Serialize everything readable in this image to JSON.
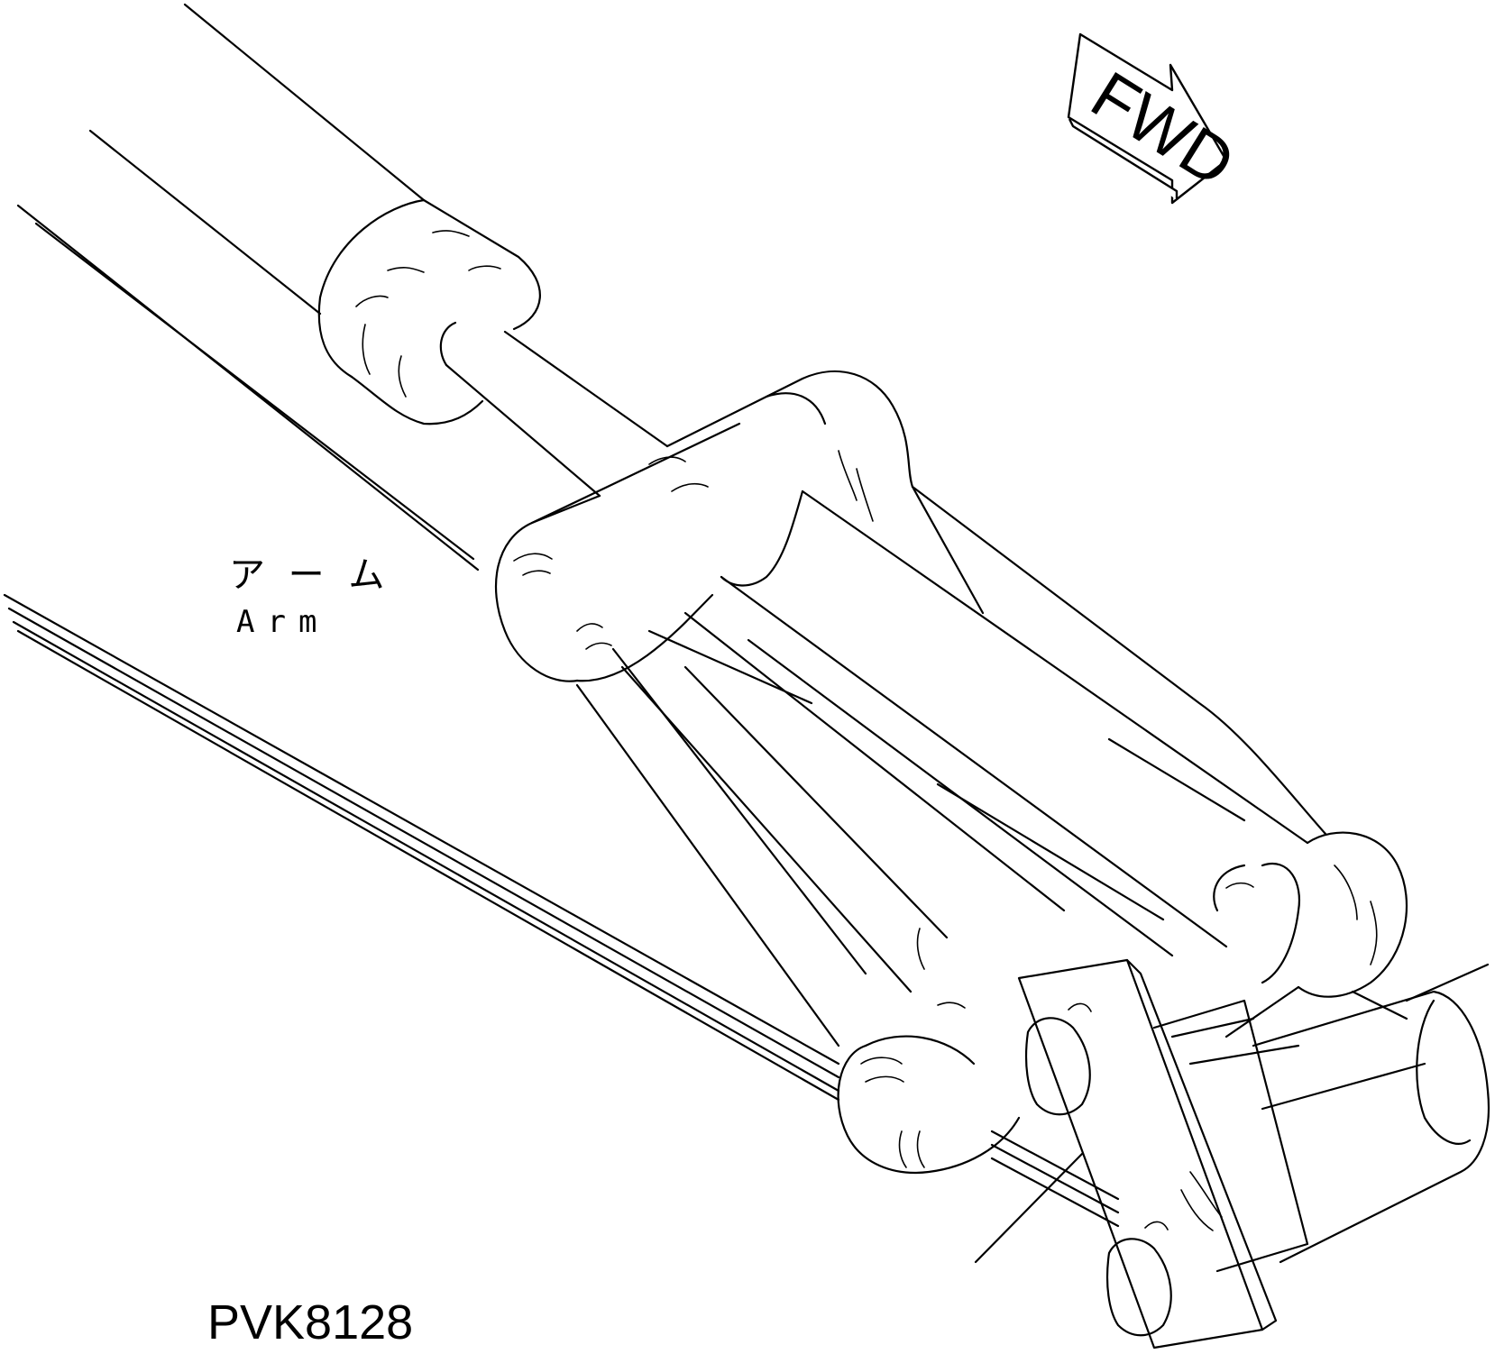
{
  "labels": {
    "fwd": "FWD",
    "part_jp": "アーム",
    "part_en": "Arm",
    "drawing_code": "PVK8128"
  },
  "colors": {
    "line": "#000000",
    "background": "#ffffff"
  }
}
